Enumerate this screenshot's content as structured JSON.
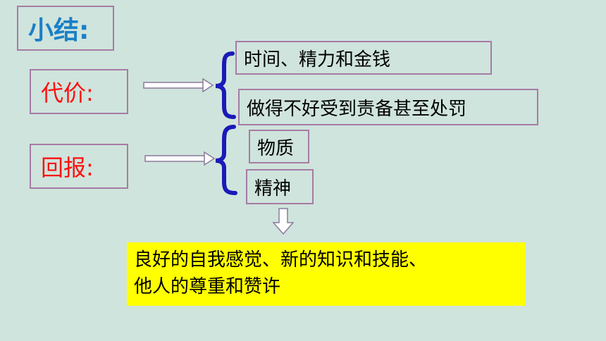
{
  "title": "小结:",
  "cost": {
    "label": "代价:",
    "items": [
      "时间、精力和金钱",
      "做得不好受到责备甚至处罚"
    ]
  },
  "reward": {
    "label": "回报:",
    "items": [
      "物质",
      "精神"
    ]
  },
  "result": {
    "line1": "良好的自我感觉、新的知识和技能、",
    "line2": "他人的尊重和赞许"
  },
  "colors": {
    "background": "#cfe4dc",
    "title": "#1a7fc8",
    "label": "#ff1010",
    "brace": "#1a1ab8",
    "highlight": "#ffff00",
    "border": "#a67ba6"
  }
}
